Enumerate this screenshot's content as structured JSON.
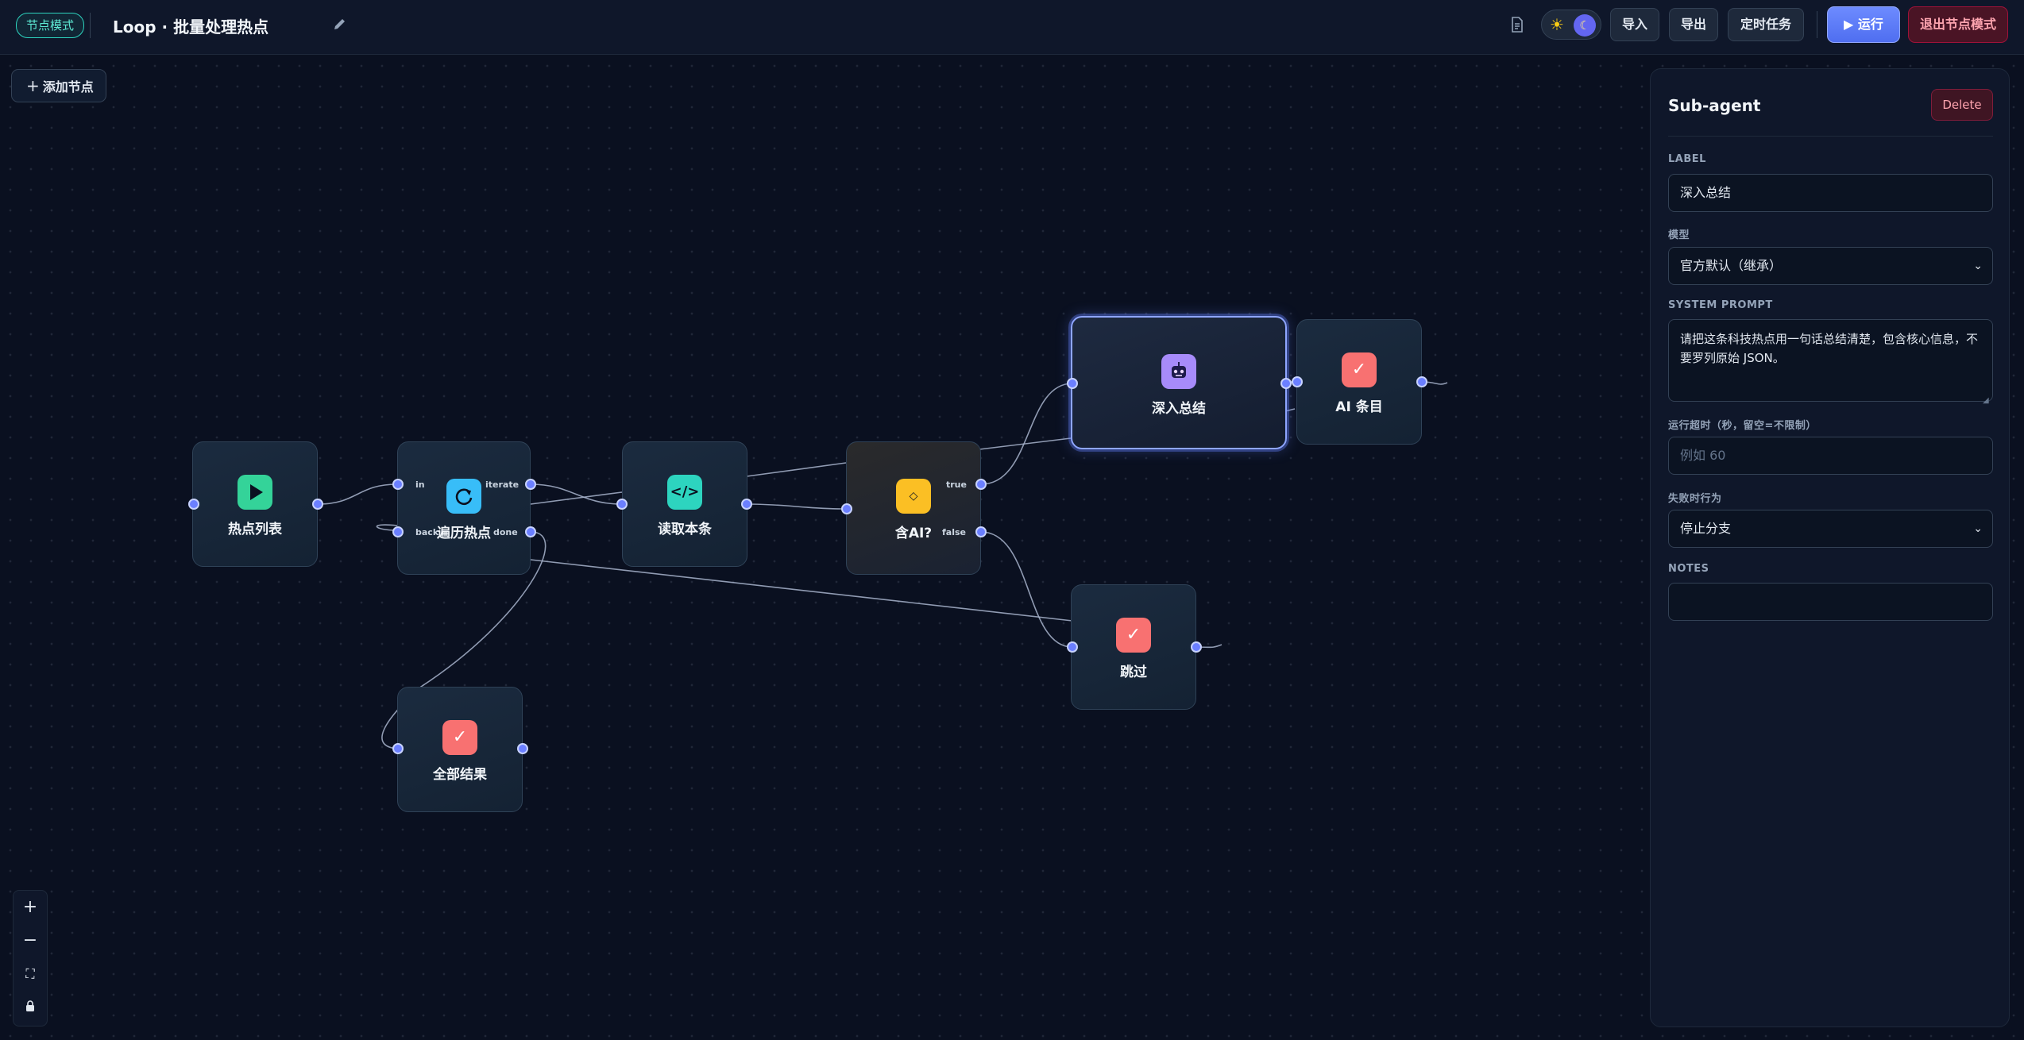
{
  "topbar": {
    "mode_badge": "节点模式",
    "title": "Loop · 批量处理热点",
    "import_label": "导入",
    "export_label": "导出",
    "schedule_label": "定时任务",
    "run_label": "▶ 运行",
    "exit_label": "退出节点模式"
  },
  "canvas": {
    "add_node_label": "添加节点"
  },
  "nodes": {
    "hot_list": {
      "label": "热点列表"
    },
    "loop": {
      "label": "遍历热点",
      "ports": {
        "in": "in",
        "iterate": "iterate",
        "back": "back",
        "done": "done"
      }
    },
    "read_item": {
      "label": "读取本条"
    },
    "has_ai": {
      "label": "含AI?",
      "ports": {
        "true": "true",
        "false": "false"
      }
    },
    "deep_summary": {
      "label": "深入总结"
    },
    "ai_item": {
      "label": "AI 条目"
    },
    "skip": {
      "label": "跳过"
    },
    "all_results": {
      "label": "全部结果"
    }
  },
  "panel": {
    "title": "Sub-agent",
    "delete_label": "Delete",
    "label_heading": "LABEL",
    "label_value": "深入总结",
    "model_heading": "模型",
    "model_value": "官方默认（继承）",
    "system_prompt_heading": "SYSTEM PROMPT",
    "system_prompt_value": "请把这条科技热点用一句话总结清楚，包含核心信息，不要罗列原始 JSON。",
    "timeout_heading": "运行超时（秒，留空=不限制）",
    "timeout_placeholder": "例如 60",
    "failure_heading": "失败时行为",
    "failure_value": "停止分支",
    "notes_heading": "NOTES",
    "notes_value": ""
  },
  "colors": {
    "accent": "#6b7fff",
    "node_play": "#34d399",
    "node_loop": "#38bdf8",
    "node_code": "#2dd4bf",
    "node_condition": "#fbbf24",
    "node_agent": "#a78bfa",
    "node_end": "#f87171"
  },
  "icons": {
    "hot_list": "play-icon",
    "loop": "refresh-icon",
    "read_item": "code-icon",
    "has_ai": "diamond-icon",
    "deep_summary": "robot-icon",
    "end": "check-icon"
  }
}
